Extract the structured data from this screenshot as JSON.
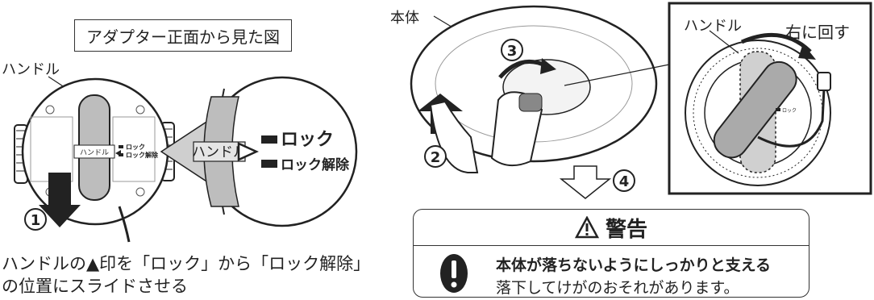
{
  "left_panel": {
    "caption": "アダプター正面から見た図",
    "handle_label": "ハンドル",
    "handle_inner_label": "ハンドル",
    "lock_small": "ロック",
    "unlock_small": "ロック解除",
    "zoom_handle": "ハンドル",
    "zoom_lock": "ロック",
    "zoom_unlock": "ロック解除",
    "step1": "1",
    "instruction_line1": "ハンドルの▲印を「ロック」から「ロック解除」",
    "instruction_line2": "の位置にスライドさせる"
  },
  "right_panel": {
    "body_label": "本体",
    "step2": "2",
    "step3": "3",
    "step4": "4",
    "inset_handle_label": "ハンドル",
    "inset_rotate_label": "右に回す",
    "inset_mini_lock": "ロック"
  },
  "warning": {
    "icon": "warning-triangle-icon",
    "title": "警告",
    "bold_text": "本体が落ちないようにしっかりと支える",
    "normal_text": "落下してけがのおそれがあります。"
  },
  "colors": {
    "line": "#222222",
    "gray": "#cccccc",
    "dark": "#222222"
  }
}
